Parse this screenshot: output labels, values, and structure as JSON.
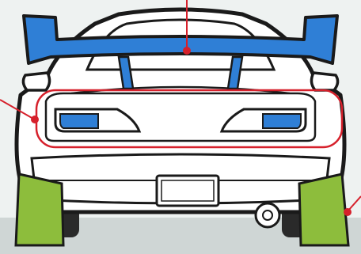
{
  "figure": {
    "background": "#eef2f1",
    "colors": {
      "outline": "#1a1a1a",
      "body": "#ffffff",
      "wing": "#2f7fd6",
      "taillight": "#2f7fd6",
      "mudflap": "#8dbd3c",
      "callout": "#d6202b",
      "ground": "#cfd6d5"
    },
    "parts": [
      "rear-wing",
      "taillight-panel",
      "mud-flaps",
      "license-plate",
      "exhaust"
    ],
    "callout_markers": [
      "wing-callout",
      "taillight-callout",
      "mudflap-callout"
    ]
  }
}
